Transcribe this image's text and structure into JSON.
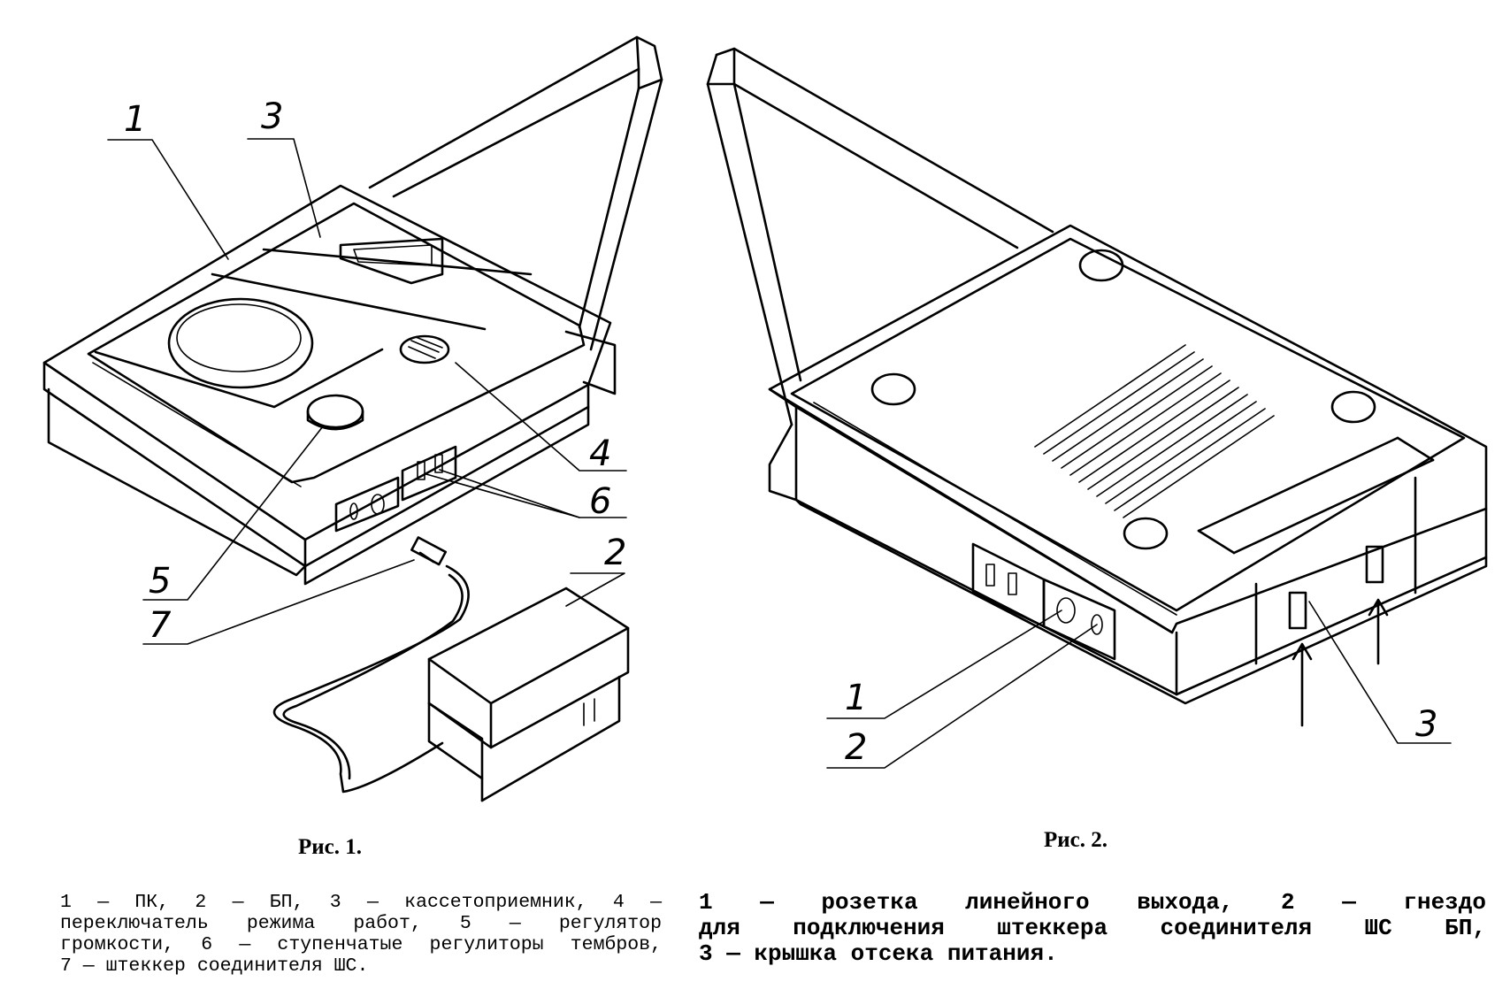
{
  "figure1": {
    "title": "Рис. 1.",
    "callouts": [
      "1",
      "3",
      "4",
      "6",
      "5",
      "7",
      "2"
    ],
    "caption_lines": [
      "1 — ПК, 2 — БП, 3 — кассетоприемник, 4 —",
      "переключатель режима работ, 5 — регулятор",
      "громкости, 6 — ступенчатые регулиторы тембров,",
      "7 — штеккер соединителя ШС."
    ]
  },
  "figure2": {
    "title": "Рис. 2.",
    "callouts": [
      "1",
      "2",
      "3"
    ],
    "caption_lines": [
      "1 — розетка линейного выхода, 2 — гнездо",
      "для подключения штеккера соединителя ШС БП,",
      "3 — крышка отсека питания."
    ]
  }
}
